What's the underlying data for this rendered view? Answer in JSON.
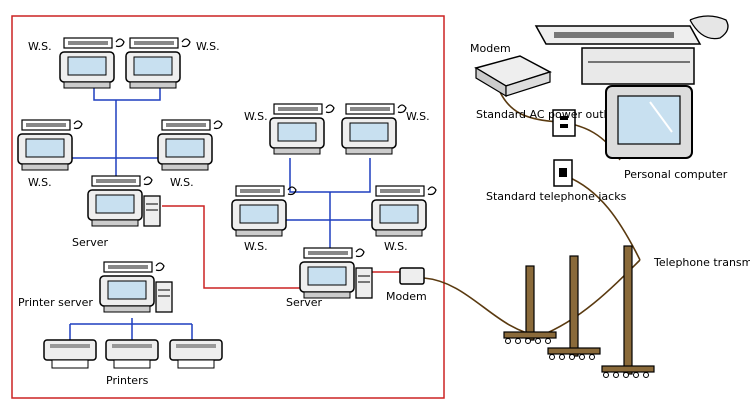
{
  "colors": {
    "background": "#ffffff",
    "lan_border": "#cc2222",
    "lan_link": "#1f3fbf",
    "server_link": "#cc2222",
    "phone_line": "#5a3a10",
    "pole": "#8a6a3a",
    "device_outline": "#000000",
    "device_fill": "#eeeeee",
    "screen_fill": "#c8e0f0"
  },
  "icons": {
    "workstation": "workstation-icon",
    "server": "server-icon",
    "printer": "printer-icon",
    "modem": "modem-icon",
    "personal_computer": "personal-computer-icon",
    "telephone_pole": "telephone-pole-icon",
    "wall_outlet": "wall-outlet-icon"
  },
  "labels": {
    "modem_top": "Modem",
    "ac_outlet": "Standard AC power outlet",
    "phone_jacks": "Standard telephone jacks",
    "personal_computer": "Personal computer",
    "transmission_lines": "Telephone transmission lines",
    "modem_lan": "Modem",
    "server": "Server",
    "printer_server": "Printer server",
    "printers": "Printers",
    "workstation": "W.S."
  }
}
